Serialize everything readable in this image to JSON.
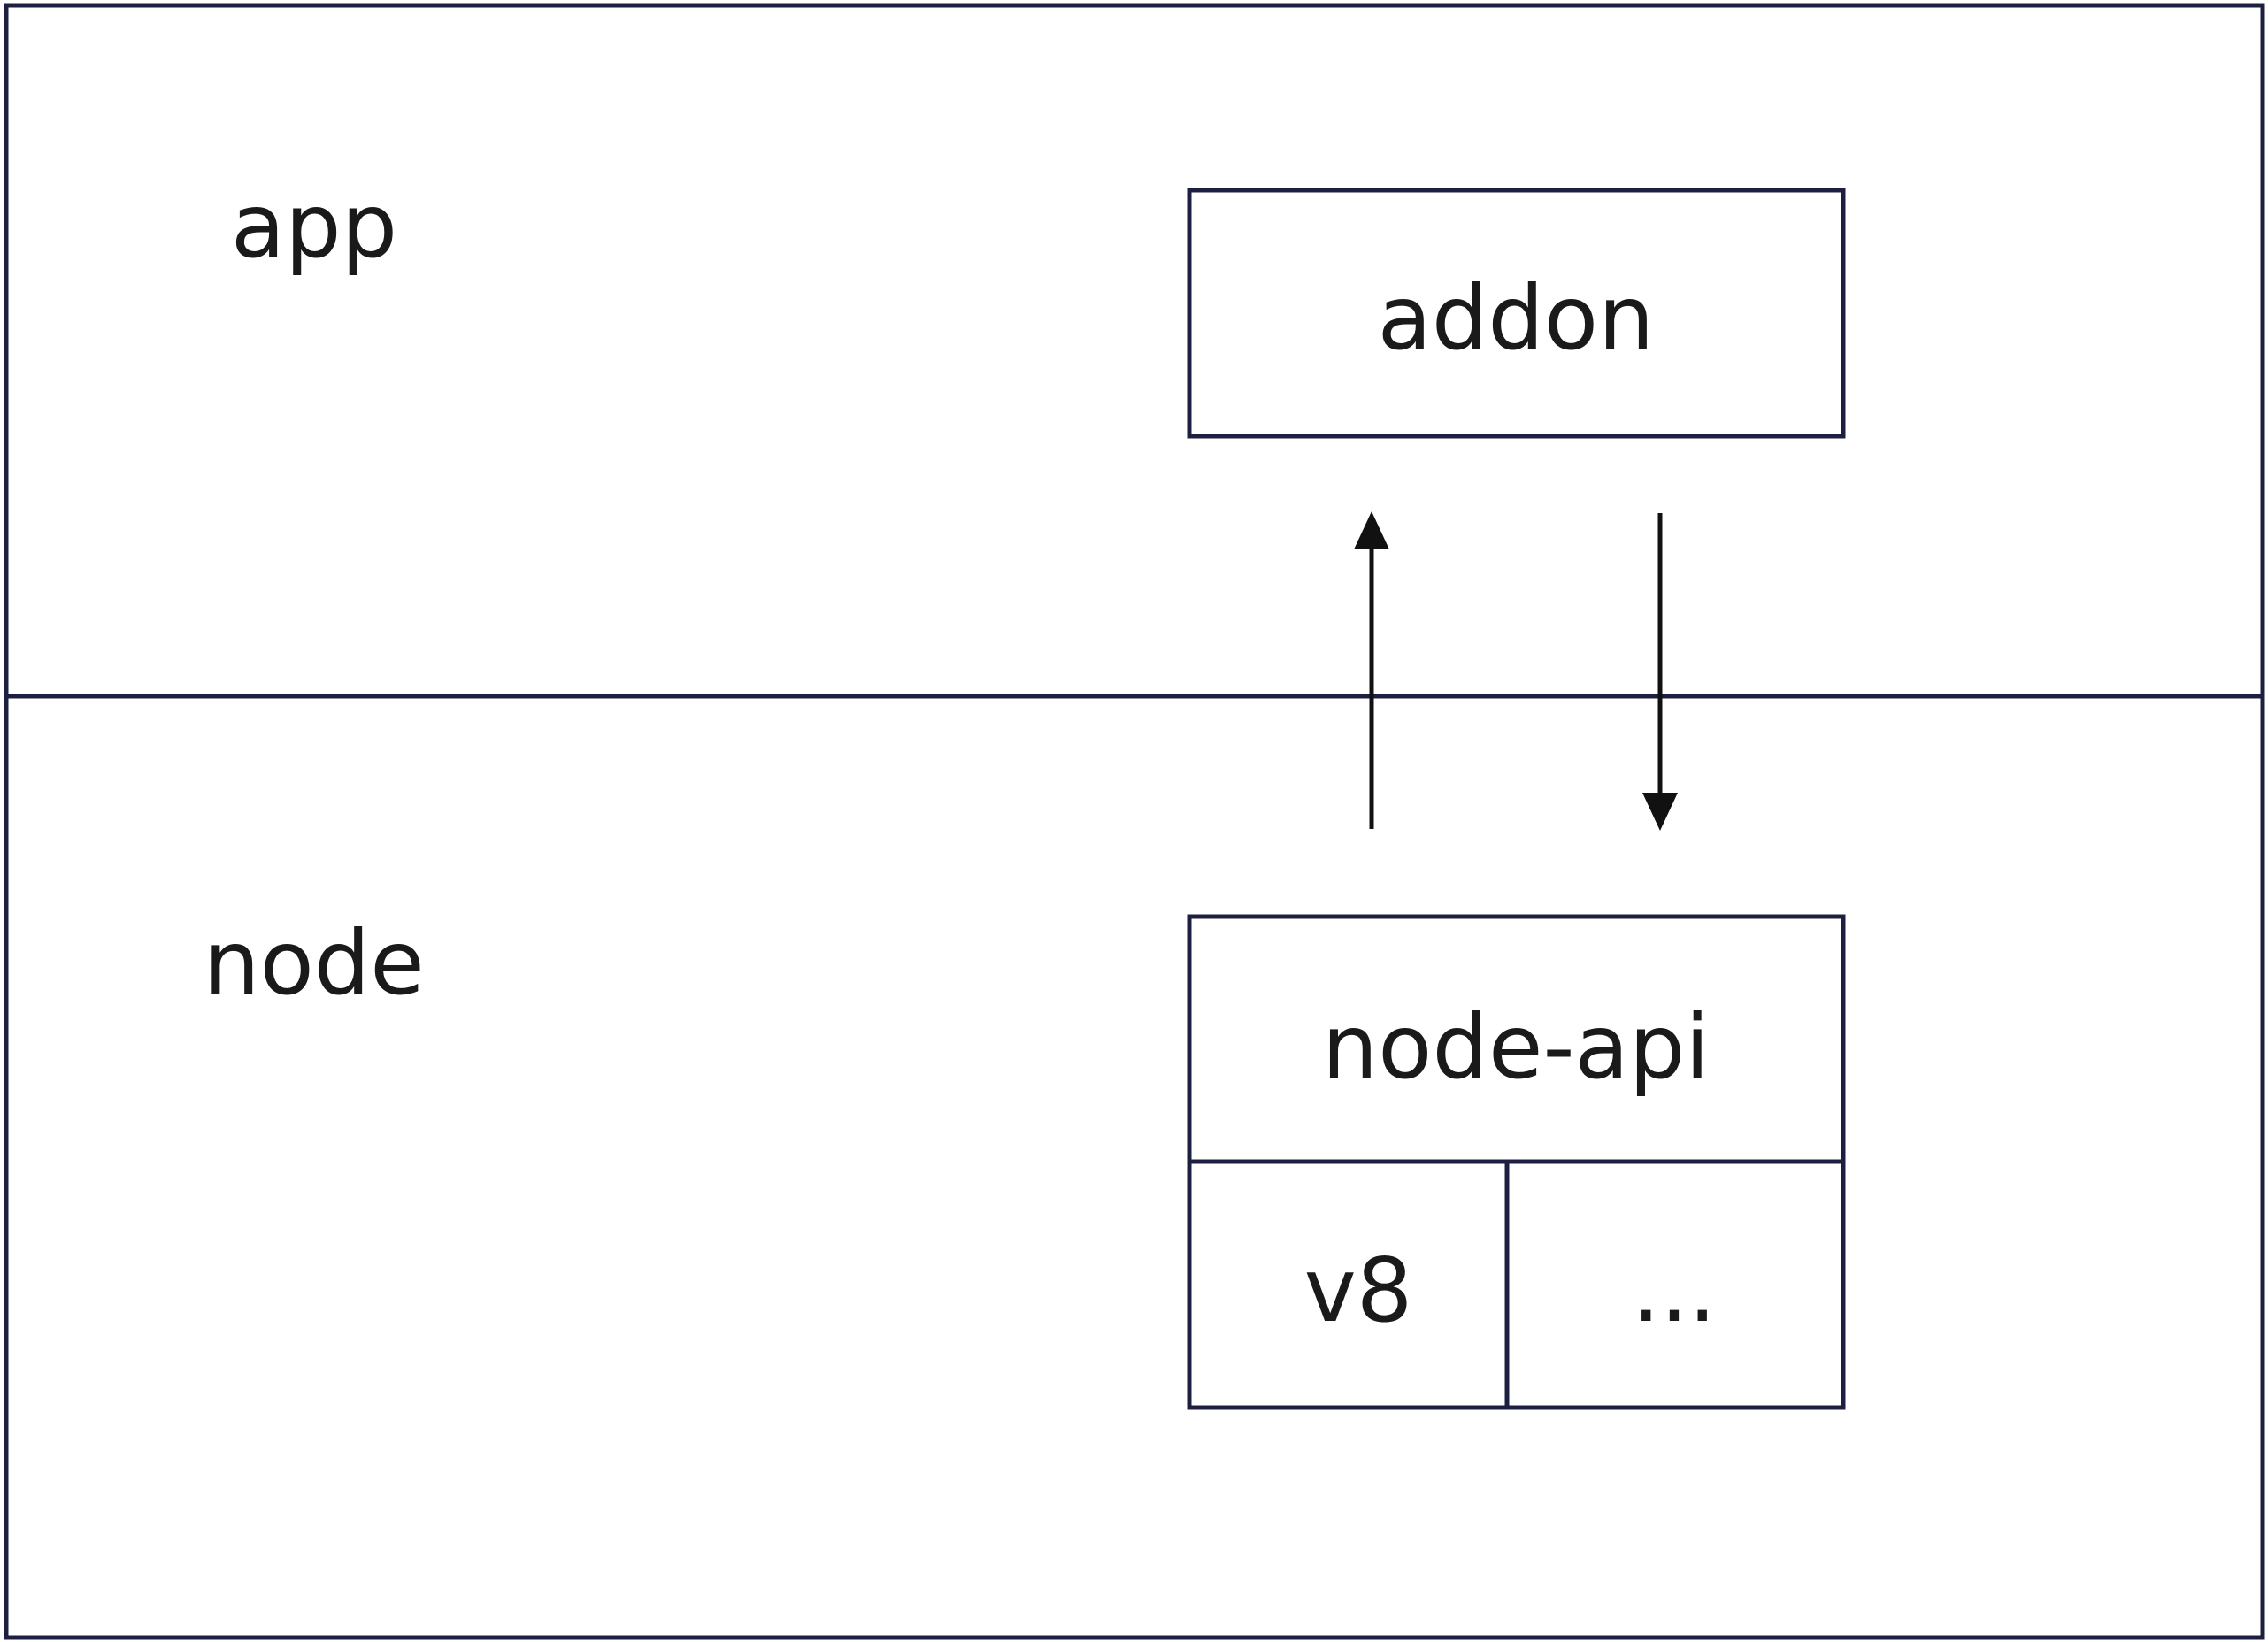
{
  "layers": {
    "app": {
      "label": "app"
    },
    "node": {
      "label": "node"
    }
  },
  "boxes": {
    "addon": {
      "label": "addon"
    },
    "node_api": {
      "label": "node-api"
    },
    "v8": {
      "label": "v8"
    },
    "other": {
      "label": "..."
    }
  },
  "colors": {
    "frame_stroke": "#1c1f3f",
    "arrow": "#111111",
    "text": "#1a1a1a",
    "background": "#ffffff"
  }
}
